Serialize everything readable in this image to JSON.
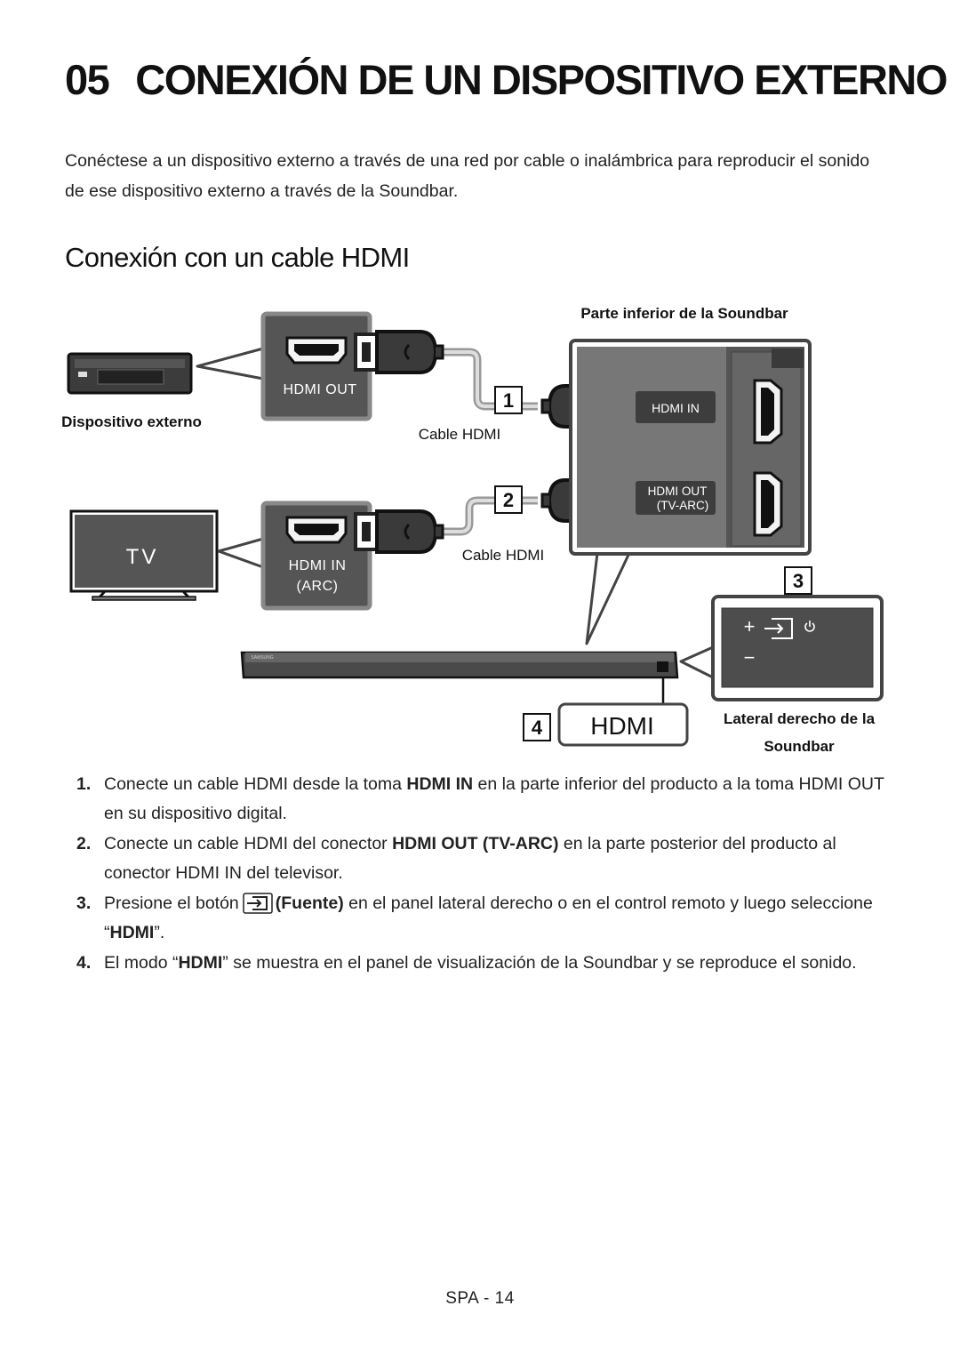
{
  "header": {
    "chapter_number": "05",
    "chapter_title": "CONEXIÓN DE UN DISPOSITIVO EXTERNO"
  },
  "intro": "Conéctese a un dispositivo externo a través de una red por cable o inalámbrica para reproducir el sonido de ese dispositivo externo a través de la Soundbar.",
  "section": {
    "title": "Conexión con un cable HDMI"
  },
  "diagram": {
    "labels": {
      "soundbar_bottom": "Parte inferior de la Soundbar",
      "external_device": "Dispositivo externo",
      "cable_1": "Cable HDMI",
      "cable_2": "Cable HDMI",
      "tv": "TV",
      "soundbar_right_side_line1": "Lateral derecho de la",
      "soundbar_right_side_line2": "Soundbar",
      "display_mode": "HDMI",
      "brand": "SAMSUNG"
    },
    "ports": {
      "device_hdmi_out": "HDMI OUT",
      "tv_hdmi_in_line1": "HDMI IN",
      "tv_hdmi_in_line2": "(ARC)",
      "soundbar_hdmi_in": "HDMI IN",
      "soundbar_hdmi_out_line1": "HDMI OUT",
      "soundbar_hdmi_out_line2": "(TV-ARC)"
    },
    "markers": [
      "1",
      "2",
      "3",
      "4"
    ],
    "side_panel_buttons": {
      "plus": "+",
      "minus": "−"
    }
  },
  "steps": [
    {
      "number": "1.",
      "before": "Conecte un cable HDMI desde la toma ",
      "bold": "HDMI IN",
      "after": " en la parte inferior del producto a la toma HDMI OUT en su dispositivo digital."
    },
    {
      "number": "2.",
      "before": "Conecte un cable HDMI del conector ",
      "bold": "HDMI OUT (TV-ARC)",
      "after": " en la parte posterior del producto al conector HDMI IN del televisor."
    },
    {
      "number": "3.",
      "before": "Presione el botón",
      "icon": "source-icon",
      "bold": "(Fuente)",
      "middle": " en el panel lateral derecho o en el control remoto y luego seleccione “",
      "bold2": "HDMI",
      "after": "”."
    },
    {
      "number": "4.",
      "before": "El modo “",
      "bold": "HDMI",
      "after": "” se muestra en el panel de visualización de la Soundbar y se reproduce el sonido."
    }
  ],
  "footer": {
    "page_label": "SPA - 14"
  }
}
